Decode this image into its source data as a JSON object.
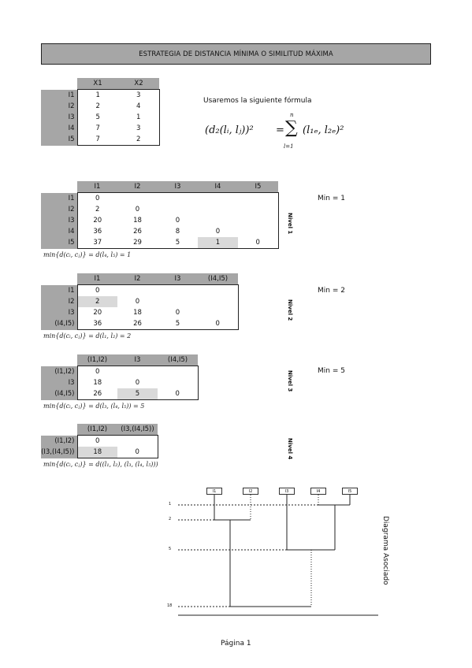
{
  "title": "ESTRATEGIA DE DISTANCIA MÍNIMA O SIMILITUD MÁXIMA",
  "data_table": {
    "headers": [
      "X1",
      "X2"
    ],
    "rows": [
      {
        "label": "I1",
        "values": [
          "1",
          "3"
        ]
      },
      {
        "label": "I2",
        "values": [
          "2",
          "4"
        ]
      },
      {
        "label": "I3",
        "values": [
          "5",
          "1"
        ]
      },
      {
        "label": "I4",
        "values": [
          "7",
          "3"
        ]
      },
      {
        "label": "I5",
        "values": [
          "7",
          "2"
        ]
      }
    ]
  },
  "formula": {
    "label": "Usaremos la siguiente fórmula",
    "lhs": "(d₂(lᵢ, lⱼ))²",
    "eq": "=",
    "sum_top": "n",
    "sum_sym": "∑",
    "sum_bottom": "l=1",
    "rhs": "(l₁ₑ, l₂ₑ)²"
  },
  "levels": [
    {
      "nivel": "Nivel 1",
      "min": "Min = 1",
      "nota": "min{d(cᵢ, cⱼ)} = d(l₄, l₅) = 1",
      "headers": [
        "I1",
        "I2",
        "I3",
        "I4",
        "I5"
      ],
      "rows": [
        {
          "label": "I1",
          "values": [
            "0",
            "",
            "",
            "",
            ""
          ]
        },
        {
          "label": "I2",
          "values": [
            "2",
            "0",
            "",
            "",
            ""
          ]
        },
        {
          "label": "I3",
          "values": [
            "20",
            "18",
            "0",
            "",
            ""
          ]
        },
        {
          "label": "I4",
          "values": [
            "36",
            "26",
            "8",
            "0",
            ""
          ]
        },
        {
          "label": "I5",
          "values": [
            "37",
            "29",
            "5",
            "1",
            "0"
          ]
        }
      ]
    },
    {
      "nivel": "Nivel 2",
      "min": "Min = 2",
      "nota": "min{d(cᵢ, cⱼ)} = d(l₁, l₂) = 2",
      "headers": [
        "I1",
        "I2",
        "I3",
        "(I4,I5)"
      ],
      "rows": [
        {
          "label": "I1",
          "values": [
            "0",
            "",
            "",
            ""
          ]
        },
        {
          "label": "I2",
          "values": [
            "2",
            "0",
            "",
            ""
          ]
        },
        {
          "label": "I3",
          "values": [
            "20",
            "18",
            "0",
            ""
          ]
        },
        {
          "label": "(I4,I5)",
          "values": [
            "36",
            "26",
            "5",
            "0"
          ]
        }
      ]
    },
    {
      "nivel": "Nivel 3",
      "min": "Min = 5",
      "nota": "min{d(cᵢ, cⱼ)} = d(l₃, (l₄, l₅)) = 5",
      "headers": [
        "(I1,I2)",
        "I3",
        "(I4,I5)"
      ],
      "rows": [
        {
          "label": "(I1,I2)",
          "values": [
            "0",
            "",
            ""
          ]
        },
        {
          "label": "I3",
          "values": [
            "18",
            "0",
            ""
          ]
        },
        {
          "label": "(I4,I5)",
          "values": [
            "26",
            "5",
            "0"
          ]
        }
      ]
    },
    {
      "nivel": "Nivel 4",
      "min": "",
      "nota": "min{d(cᵢ, cⱼ)} = d((l₁, l₂), (l₃, (l₄, l₅)))",
      "headers": [
        "(I1,I2)",
        "(I3,(I4,I5))"
      ],
      "rows": [
        {
          "label": "(I1,I2)",
          "values": [
            "0",
            ""
          ]
        },
        {
          "label": "(I3,(I4,I5))",
          "values": [
            "18",
            "0"
          ]
        }
      ]
    }
  ],
  "dendrogram": {
    "title": "Diagrama Asociado",
    "leaves": [
      "I1",
      "I2",
      "I3",
      "I4",
      "I5"
    ],
    "level_labels": [
      "1",
      "2",
      "5",
      "18"
    ]
  },
  "footer": "Página 1"
}
